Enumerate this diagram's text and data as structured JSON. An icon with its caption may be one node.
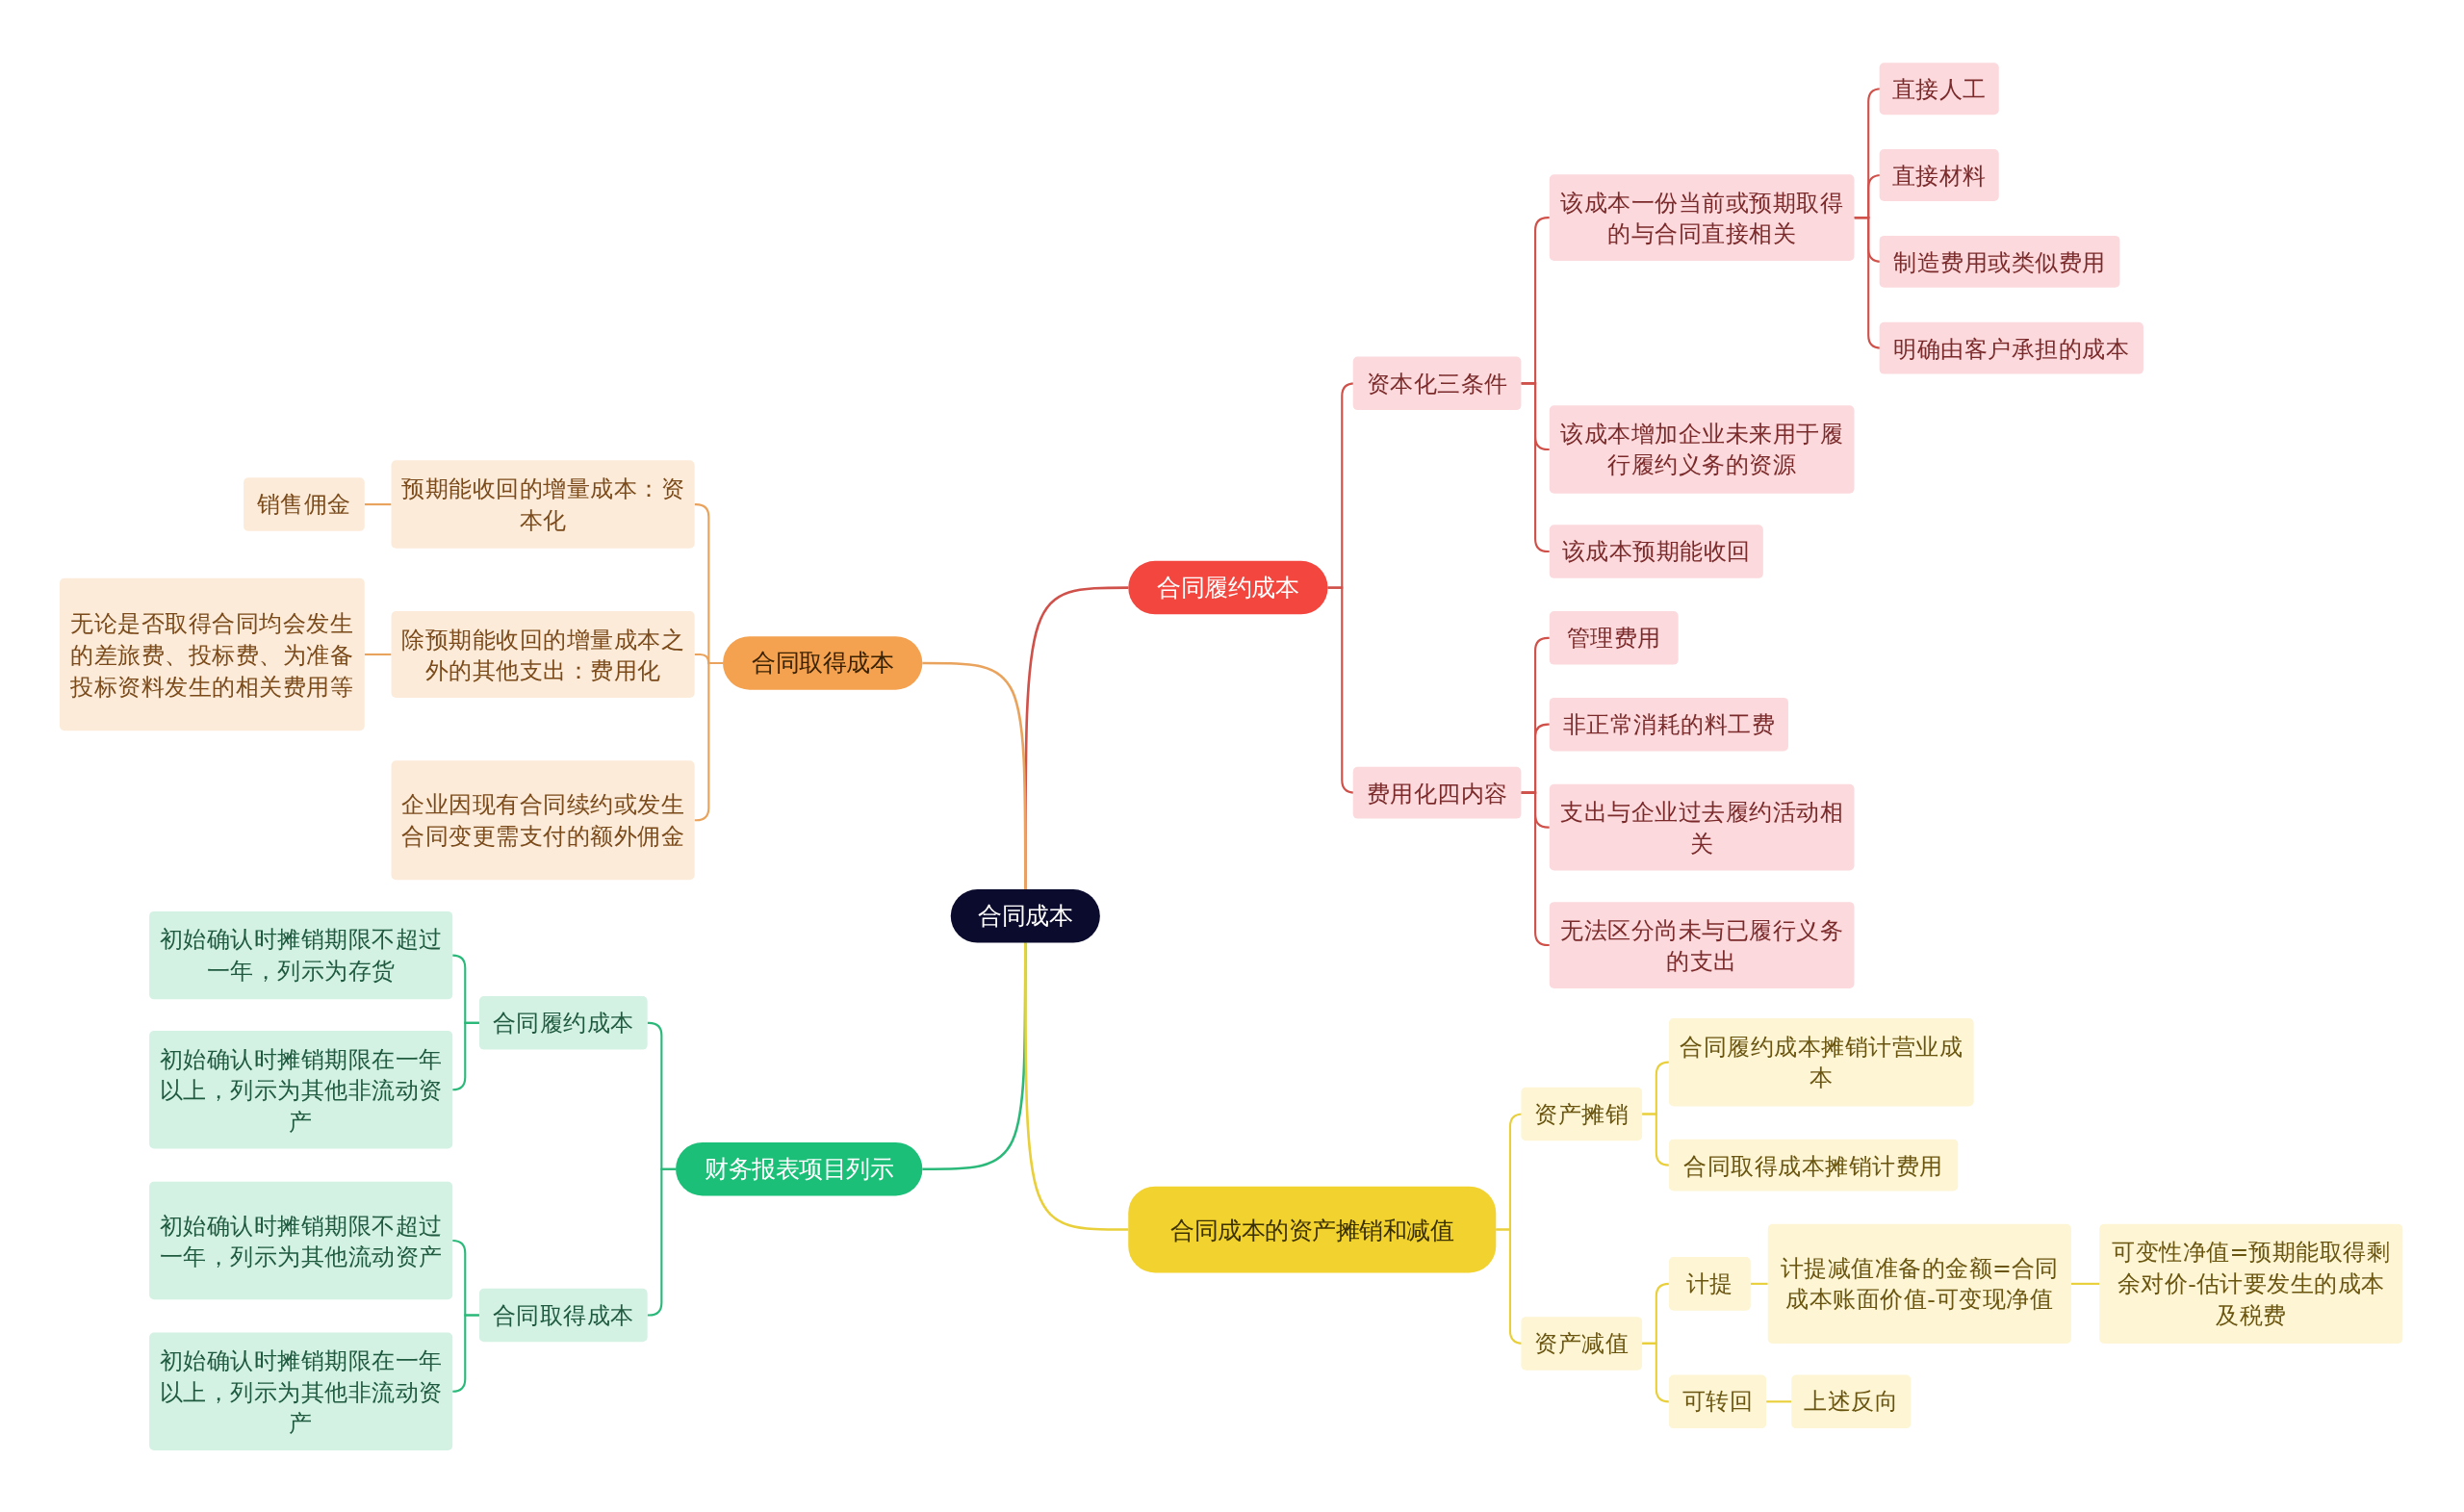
{
  "diagram": {
    "nodes": [
      {
        "text": [
          "合同成本"
        ]
      },
      {
        "text": [
          "合同履约成本"
        ]
      },
      {
        "text": [
          "资本化三条件"
        ]
      },
      {
        "text": [
          "该成本一份当前或预期取得的与合同直接相关"
        ]
      },
      {
        "text": [
          "直接人工"
        ]
      },
      {
        "text": [
          "直接材料"
        ]
      },
      {
        "text": [
          "制造费用或类似费用"
        ]
      },
      {
        "text": [
          "明确由客户承担的成本"
        ]
      },
      {
        "text": [
          "该成本增加企业未来用于履行履约义务的资源"
        ]
      },
      {
        "text": [
          "该成本预期能收回"
        ]
      },
      {
        "text": [
          "费用化四内容"
        ]
      },
      {
        "text": [
          "管理费用"
        ]
      },
      {
        "text": [
          "非正常消耗的料工费"
        ]
      },
      {
        "text": [
          "支出与企业过去履约活动相关"
        ]
      },
      {
        "text": [
          "无法区分尚未与已履行义务的支出"
        ]
      },
      {
        "text": [
          "合同取得成本"
        ]
      },
      {
        "text": [
          "预期能收回的增量成本：资本化"
        ]
      },
      {
        "text": [
          "销售佣金"
        ]
      },
      {
        "text": [
          "除预期能收回的增量成本之外的其他支出：费用化"
        ]
      },
      {
        "text": [
          "无论是否取得合同均会发生的差旅费、投标费、为准备投标资料发生的相关费用等"
        ]
      },
      {
        "text": [
          "企业因现有合同续约或发生合同变更需支付的额外佣金"
        ]
      },
      {
        "text": [
          "财务报表项目列示"
        ]
      },
      {
        "text": [
          "合同履约成本"
        ]
      },
      {
        "text": [
          "初始确认时摊销期限不超过一年，列示为存货"
        ]
      },
      {
        "text": [
          "初始确认时摊销期限在一年以上，列示为其他非流动资产"
        ]
      },
      {
        "text": [
          "合同取得成本"
        ]
      },
      {
        "text": [
          "初始确认时摊销期限不超过一年，列示为其他流动资产"
        ]
      },
      {
        "text": [
          "初始确认时摊销期限在一年以上，列示为其他非流动资产"
        ]
      },
      {
        "text": [
          "合同成本的资产摊销和减值"
        ]
      },
      {
        "text": [
          "资产摊销"
        ]
      },
      {
        "text": [
          "合同履约成本摊销计营业成本"
        ]
      },
      {
        "text": [
          "合同取得成本摊销计费用"
        ]
      },
      {
        "text": [
          "资产减值"
        ]
      },
      {
        "text": [
          "计提"
        ]
      },
      {
        "text": [
          "计提减值准备的金额=合同成本账面价值-可变现净值"
        ]
      },
      {
        "text": [
          "可变性净值=预期能取得剩余对价-估计要发生的成本及税费"
        ]
      },
      {
        "text": [
          "可转回"
        ]
      },
      {
        "text": [
          "上述反向"
        ]
      }
    ],
    "edges": [
      {
        "from": 0,
        "to": 1,
        "arrow": "none"
      },
      {
        "from": 1,
        "to": 2,
        "arrow": "none"
      },
      {
        "from": 2,
        "to": 3,
        "arrow": "none"
      },
      {
        "from": 3,
        "to": 4,
        "arrow": "none"
      },
      {
        "from": 3,
        "to": 5,
        "arrow": "none"
      },
      {
        "from": 3,
        "to": 6,
        "arrow": "none"
      },
      {
        "from": 3,
        "to": 7,
        "arrow": "none"
      },
      {
        "from": 2,
        "to": 8,
        "arrow": "none"
      },
      {
        "from": 2,
        "to": 9,
        "arrow": "none"
      },
      {
        "from": 1,
        "to": 10,
        "arrow": "none"
      },
      {
        "from": 10,
        "to": 11,
        "arrow": "none"
      },
      {
        "from": 10,
        "to": 12,
        "arrow": "none"
      },
      {
        "from": 10,
        "to": 13,
        "arrow": "none"
      },
      {
        "from": 10,
        "to": 14,
        "arrow": "none"
      },
      {
        "from": 0,
        "to": 15,
        "arrow": "none",
        "color": "#e9a35c"
      },
      {
        "from": 15,
        "to": 16,
        "arrow": "none",
        "color": "#e9a35c"
      },
      {
        "from": 16,
        "to": 17,
        "arrow": "none",
        "color": "#e9a35c"
      },
      {
        "from": 15,
        "to": 18,
        "arrow": "none",
        "color": "#e9a35c"
      },
      {
        "from": 18,
        "to": 19,
        "arrow": "none",
        "color": "#e9a35c"
      },
      {
        "from": 15,
        "to": 20,
        "arrow": "none",
        "color": "#e9a35c"
      },
      {
        "from": 0,
        "to": 21,
        "arrow": "none",
        "color": "#2bb97a"
      },
      {
        "from": 21,
        "to": 22,
        "arrow": "none",
        "color": "#2bb97a"
      },
      {
        "from": 22,
        "to": 23,
        "arrow": "none",
        "color": "#2bb97a"
      },
      {
        "from": 22,
        "to": 24,
        "arrow": "none",
        "color": "#2bb97a"
      },
      {
        "from": 21,
        "to": 25,
        "arrow": "none",
        "color": "#2bb97a"
      },
      {
        "from": 25,
        "to": 26,
        "arrow": "none",
        "color": "#2bb97a"
      },
      {
        "from": 25,
        "to": 27,
        "arrow": "none",
        "color": "#2bb97a"
      },
      {
        "from": 0,
        "to": 28,
        "arrow": "none",
        "color": "#e9cf3a"
      },
      {
        "from": 28,
        "to": 29,
        "arrow": "none",
        "color": "#e9cf3a"
      },
      {
        "from": 29,
        "to": 30,
        "arrow": "none",
        "color": "#e9cf3a"
      },
      {
        "from": 29,
        "to": 31,
        "arrow": "none",
        "color": "#e9cf3a"
      },
      {
        "from": 28,
        "to": 32,
        "arrow": "none",
        "color": "#e9cf3a"
      },
      {
        "from": 32,
        "to": 33,
        "arrow": "none",
        "color": "#e9cf3a"
      },
      {
        "from": 33,
        "to": 34,
        "arrow": "none",
        "color": "#e9cf3a"
      },
      {
        "from": 34,
        "to": 35,
        "arrow": "none",
        "color": "#e9cf3a"
      },
      {
        "from": 32,
        "to": 36,
        "arrow": "none",
        "color": "#e9cf3a"
      },
      {
        "from": 36,
        "to": 37,
        "arrow": "none",
        "color": "#e9cf3a"
      }
    ]
  }
}
